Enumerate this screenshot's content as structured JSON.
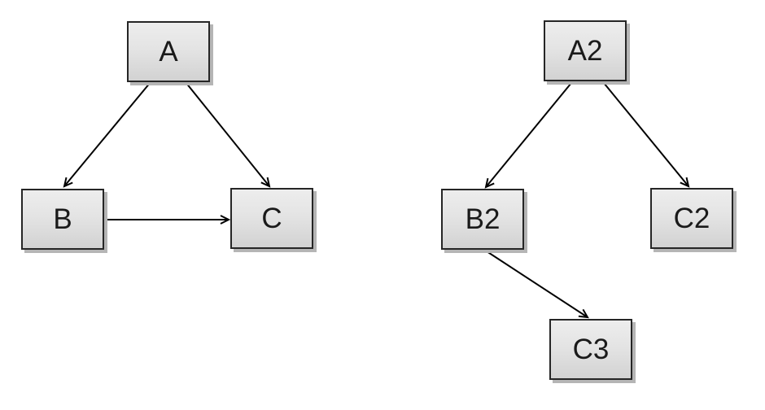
{
  "diagrams": [
    {
      "name": "left-diagram",
      "nodes": [
        {
          "id": "A",
          "label": "A"
        },
        {
          "id": "B",
          "label": "B"
        },
        {
          "id": "C",
          "label": "C"
        }
      ],
      "edges": [
        {
          "from": "A",
          "to": "B"
        },
        {
          "from": "A",
          "to": "C"
        },
        {
          "from": "B",
          "to": "C"
        }
      ]
    },
    {
      "name": "right-diagram",
      "nodes": [
        {
          "id": "A2",
          "label": "A2"
        },
        {
          "id": "B2",
          "label": "B2"
        },
        {
          "id": "C2",
          "label": "C2"
        },
        {
          "id": "C3",
          "label": "C3"
        }
      ],
      "edges": [
        {
          "from": "A2",
          "to": "B2"
        },
        {
          "from": "A2",
          "to": "C2"
        },
        {
          "from": "B2",
          "to": "C3"
        }
      ]
    }
  ],
  "colors": {
    "background": "#ffffff",
    "node_fill_top": "#ededed",
    "node_fill_bottom": "#d2d2d2",
    "node_border": "#262626",
    "node_shadow": "#b5b5b5",
    "edge": "#000000",
    "label_text": "#1a1a1a"
  }
}
